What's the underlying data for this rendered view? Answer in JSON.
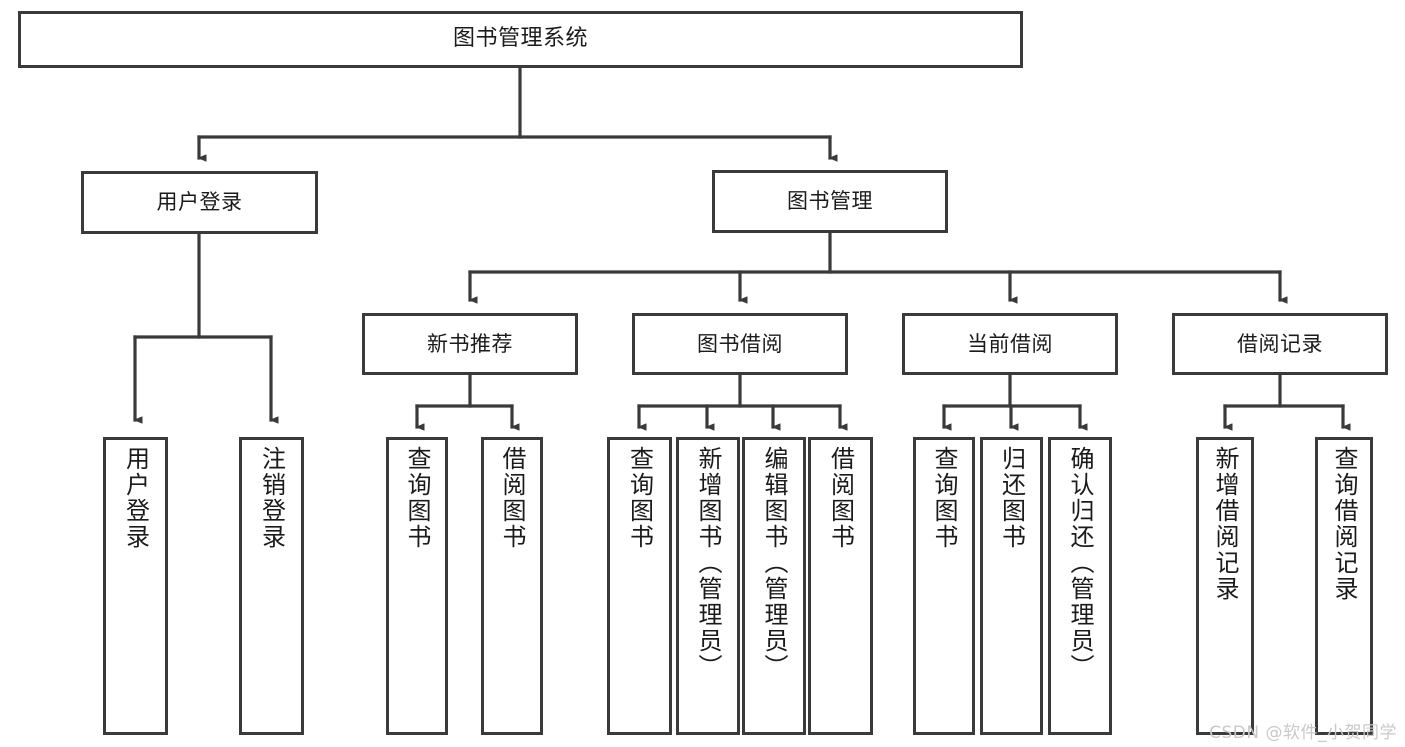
{
  "diagram": {
    "type": "tree",
    "title": "图书管理系统",
    "orientation": "top-down",
    "colors": {
      "background": "#ffffff",
      "box_border": "#3a3a3a",
      "box_fill": "#ffffff",
      "connector": "#3a3a3a",
      "text": "#1b1b1b",
      "watermark": "#c9c9c9"
    },
    "nodes": {
      "root": {
        "label": "图书管理系统"
      },
      "level1": [
        {
          "label": "用户登录"
        },
        {
          "label": "图书管理"
        }
      ],
      "level2": [
        {
          "label": "新书推荐"
        },
        {
          "label": "图书借阅"
        },
        {
          "label": "当前借阅"
        },
        {
          "label": "借阅记录"
        }
      ],
      "leaves": {
        "user_login": [
          {
            "label": "用户登录"
          },
          {
            "label": "注销登录"
          }
        ],
        "new_book_recommend": [
          {
            "label": "查询图书"
          },
          {
            "label": "借阅图书"
          }
        ],
        "book_borrow": [
          {
            "label": "查询图书"
          },
          {
            "label": "新增图书（管理员）"
          },
          {
            "label": "编辑图书（管理员）"
          },
          {
            "label": "借阅图书"
          }
        ],
        "current_borrow": [
          {
            "label": "查询图书"
          },
          {
            "label": "归还图书"
          },
          {
            "label": "确认归还（管理员）"
          }
        ],
        "borrow_record": [
          {
            "label": "新增借阅记录"
          },
          {
            "label": "查询借阅记录"
          }
        ]
      }
    },
    "watermark": "CSDN @软件_小贺同学"
  }
}
